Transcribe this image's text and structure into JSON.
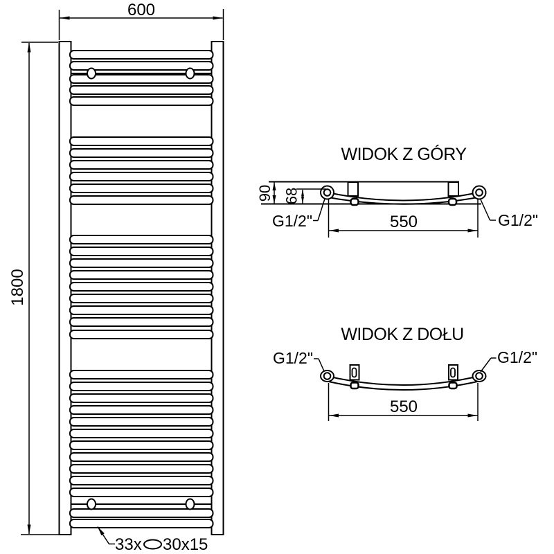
{
  "drawing": {
    "front_view": {
      "width_dim": "600",
      "height_dim": "1800",
      "rung_count_label": "33x",
      "rung_size_label": "30x15"
    },
    "top_view": {
      "title": "WIDOK Z GÓRY",
      "depth_dim": "90",
      "axis_depth_dim": "68",
      "connection_spacing_dim": "550",
      "thread_left": "G1/2\"",
      "thread_right": "G1/2\""
    },
    "bottom_view": {
      "title": "WIDOK Z DOŁU",
      "connection_spacing_dim": "550",
      "thread_left": "G1/2\"",
      "thread_right": "G1/2\""
    }
  }
}
